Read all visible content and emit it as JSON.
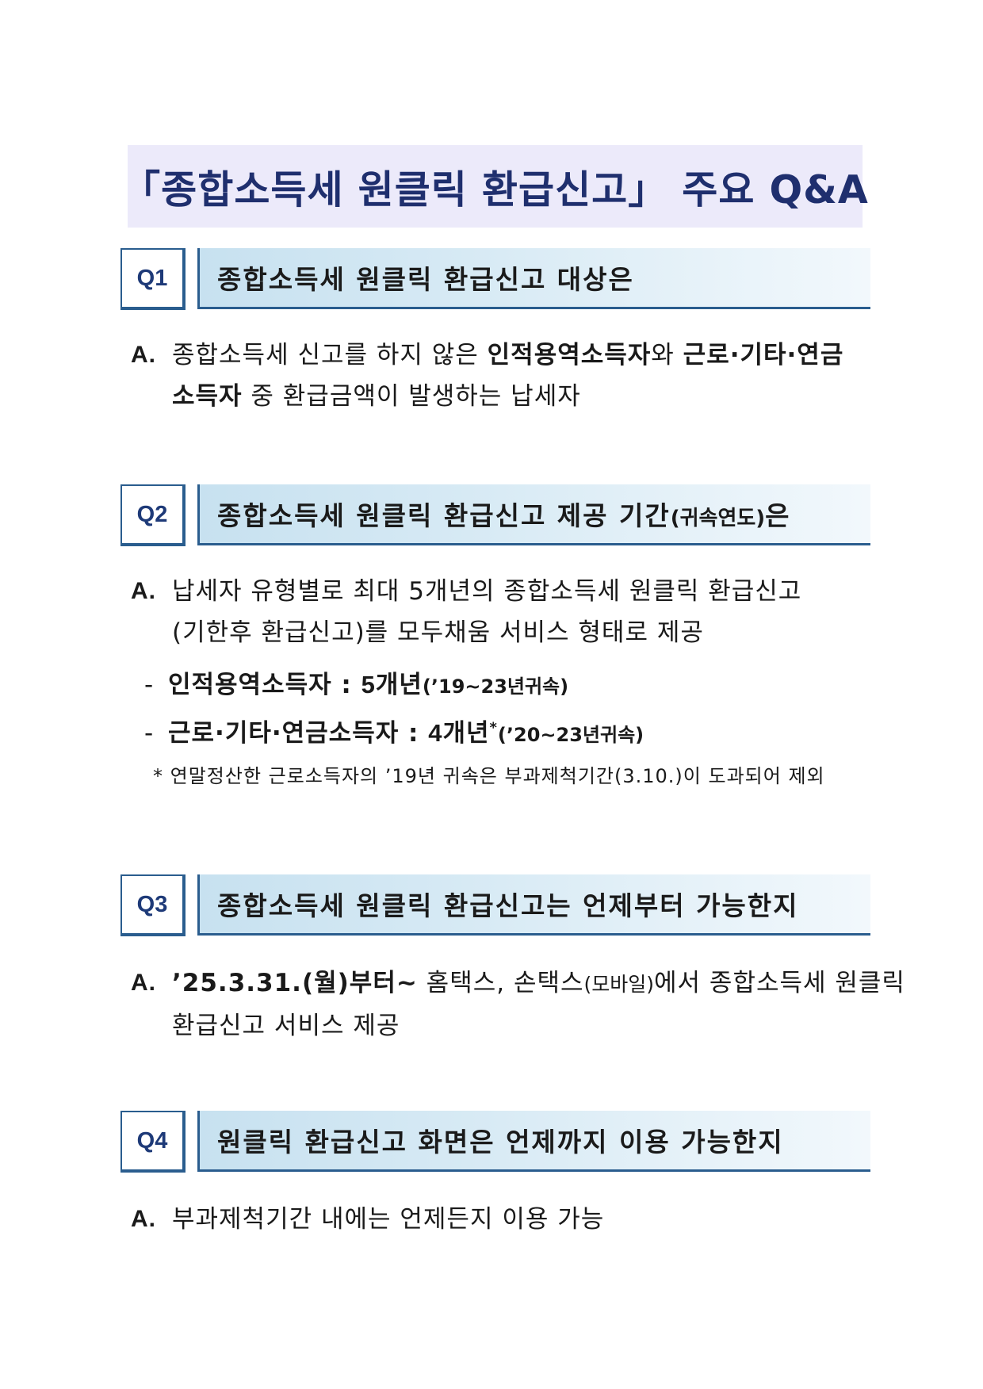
{
  "title": {
    "text": "「종합소득세 원클릭 환급신고」 주요 Q&A"
  },
  "q1": {
    "badge": "Q1",
    "question": "종합소득세 원클릭 환급신고 대상은",
    "answer_lead": "A.",
    "answer_line1_a": "종합소득세 신고를 하지 않은 ",
    "answer_line1_b": "인적용역소득자",
    "answer_line1_c": "와 ",
    "answer_line1_d": "근로·기타·연금",
    "answer_line2_a": "소득자",
    "answer_line2_b": " 중 환급금액이 발생하는 납세자"
  },
  "q2": {
    "badge": "Q2",
    "question": "종합소득세 원클릭 환급신고 제공 기간",
    "question_small": "(귀속연도)",
    "question_tail": "은",
    "answer_lead": "A.",
    "answer_line1": "납세자 유형별로 최대 5개년의 종합소득세 원클릭 환급신고",
    "answer_line2": "(기한후 환급신고)를 모두채움 서비스 형태로 제공",
    "bullet1_dash": "-",
    "bullet1_label": "인적용역소득자 : ",
    "bullet1_value": "5개년",
    "bullet1_paren": "(’19~23년귀속)",
    "bullet2_dash": "-",
    "bullet2_label": "근로·기타·연금소득자 : ",
    "bullet2_value": "4개년",
    "bullet2_star": "*",
    "bullet2_paren": "(’20~23년귀속)",
    "note": "* 연말정산한 근로소득자의 ’19년 귀속은 부과제척기간(3.10.)이 도과되어 제외"
  },
  "q3": {
    "badge": "Q3",
    "question": "종합소득세 원클릭 환급신고는 언제부터 가능한지",
    "answer_lead": "A.",
    "answer_line1_a": "’25.3.31.(월)부터~",
    "answer_line1_b": " 홈택스, 손택스",
    "answer_line1_c": "(모바일)",
    "answer_line1_d": "에서 종합소득세 원클릭",
    "answer_line2": "환급신고 서비스 제공"
  },
  "q4": {
    "badge": "Q4",
    "question": "원클릭 환급신고 화면은 언제까지 이용 가능한지",
    "answer_lead": "A.",
    "answer_line1": "부과제척기간 내에는 언제든지 이용 가능"
  }
}
